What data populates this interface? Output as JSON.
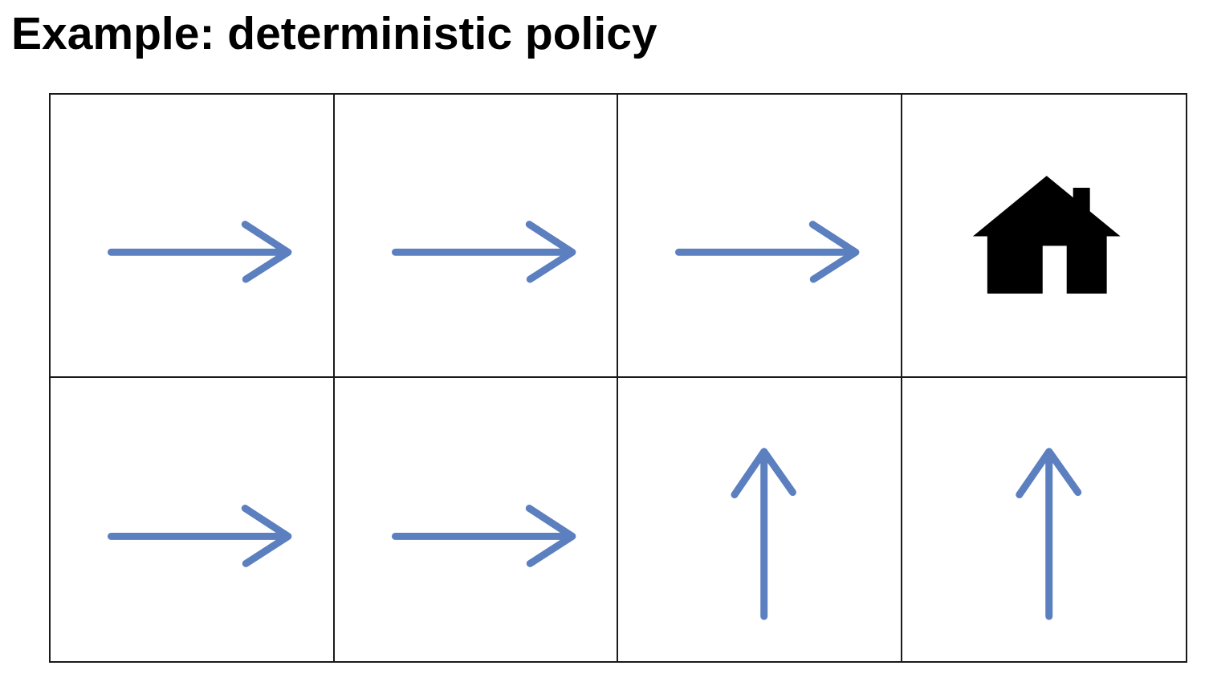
{
  "title": "Example: deterministic policy",
  "colors": {
    "arrow": "#5b7fbf",
    "goal": "#000000",
    "grid_line": "#1a1a1a",
    "background": "#ffffff"
  },
  "grid": {
    "rows": 2,
    "cols": 4,
    "cells": [
      {
        "row": 0,
        "col": 0,
        "content": "arrow-right-icon"
      },
      {
        "row": 0,
        "col": 1,
        "content": "arrow-right-icon"
      },
      {
        "row": 0,
        "col": 2,
        "content": "arrow-right-icon"
      },
      {
        "row": 0,
        "col": 3,
        "content": "house-icon"
      },
      {
        "row": 1,
        "col": 0,
        "content": "arrow-right-icon"
      },
      {
        "row": 1,
        "col": 1,
        "content": "arrow-right-icon"
      },
      {
        "row": 1,
        "col": 2,
        "content": "arrow-up-icon"
      },
      {
        "row": 1,
        "col": 3,
        "content": "arrow-up-icon"
      }
    ]
  }
}
